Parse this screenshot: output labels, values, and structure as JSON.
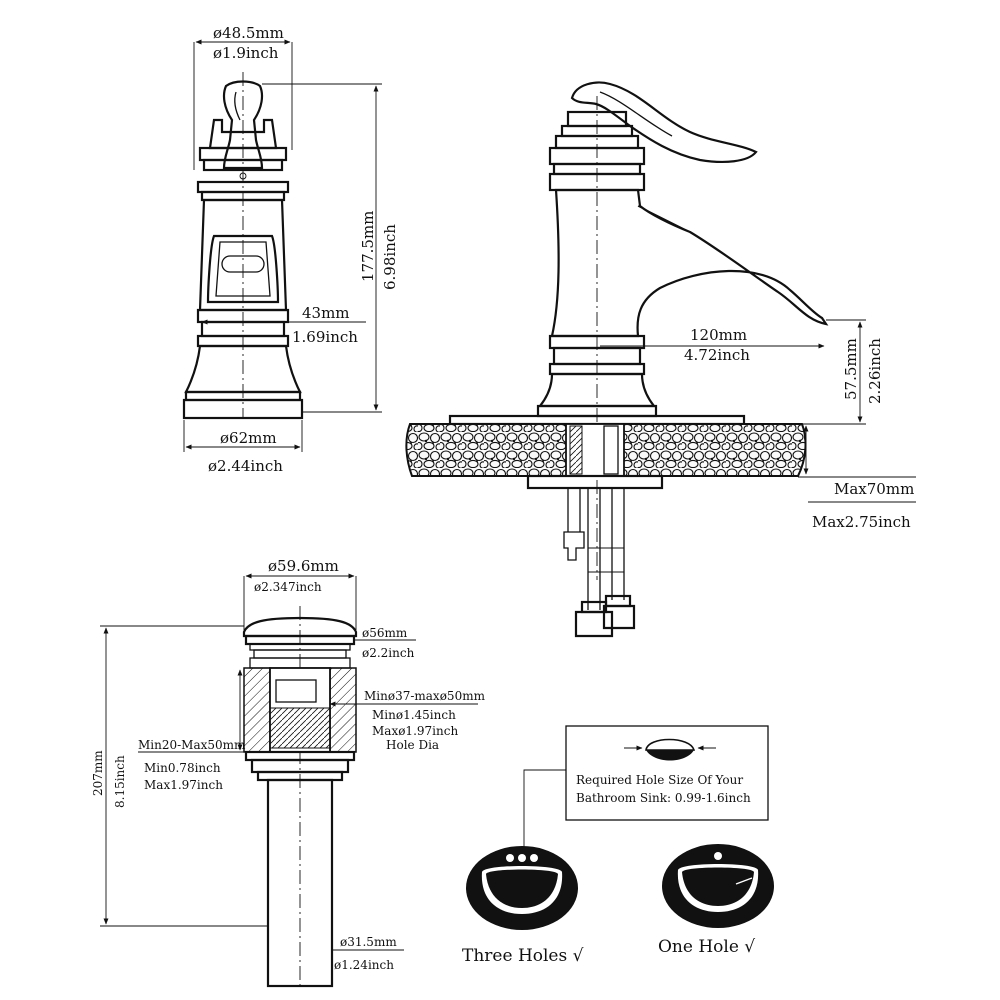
{
  "faucet_front": {
    "top_diameter_mm": "ø48.5mm",
    "top_diameter_in": "ø1.9inch",
    "height_mm": "177.5mm",
    "height_in": "6.98inch",
    "body_width_mm": "43mm",
    "body_width_in": "1.69inch",
    "base_diameter_mm": "ø62mm",
    "base_diameter_in": "ø2.44inch"
  },
  "faucet_side": {
    "spout_reach_mm": "120mm",
    "spout_reach_in": "4.72inch",
    "spout_height_mm": "57.5mm",
    "spout_height_in": "2.26inch",
    "max_deck_mm": "Max70mm",
    "max_deck_in": "Max2.75inch"
  },
  "drain": {
    "cap_diameter_mm": "ø59.6mm",
    "cap_diameter_in": "ø2.347inch",
    "flange_diameter_mm": "ø56mm",
    "flange_diameter_in": "ø2.2inch",
    "hole_range_mm": "Minø37-maxø50mm",
    "hole_min_in": "Minø1.45inch",
    "hole_max_in": "Maxø1.97inch",
    "hole_dia_label": "Hole Dia",
    "thickness_mm": "Min20-Max50mm",
    "thickness_min_in": "Min0.78inch",
    "thickness_max_in": "Max1.97inch",
    "total_height_mm": "207mm",
    "total_height_in": "8.15inch",
    "pipe_diameter_mm": "ø31.5mm",
    "pipe_diameter_in": "ø1.24inch"
  },
  "sink_note": {
    "line1": "Required Hole Size Of Your",
    "line2": "Bathroom Sink: 0.99-1.6inch",
    "three_holes": "Three Holes √",
    "one_hole": "One Hole  √"
  }
}
